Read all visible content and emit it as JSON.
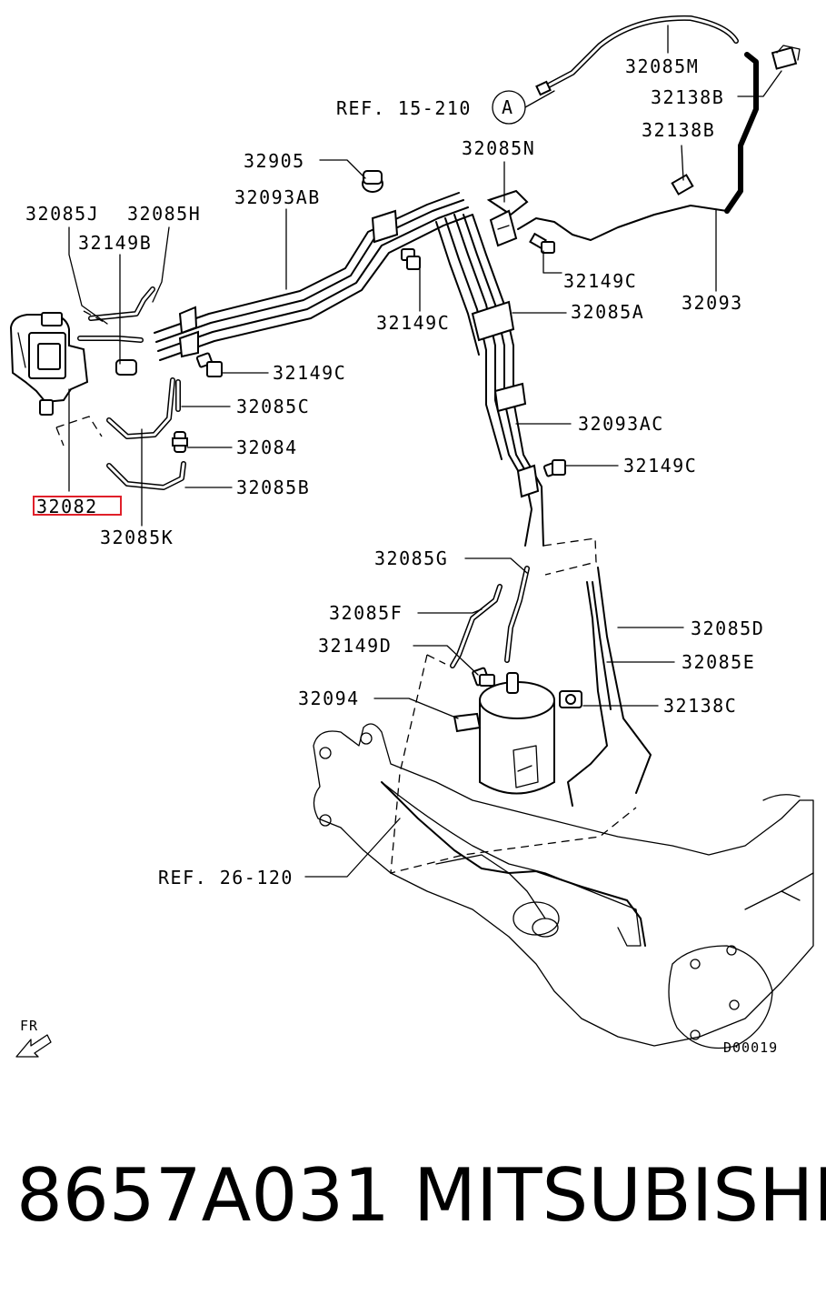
{
  "diagram": {
    "labels": {
      "p32085M": "32085M",
      "ref15": "REF. 15-210",
      "markerA": "A",
      "p32138B_1": "32138B",
      "p32138B_2": "32138B",
      "p32085N": "32085N",
      "p32905": "32905",
      "p32093AB": "32093AB",
      "p32085J": "32085J",
      "p32085H": "32085H",
      "p32149B": "32149B",
      "p32149C_1": "32149C",
      "p32093": "32093",
      "p32149C_2": "32149C",
      "p32085A": "32085A",
      "p32149C_3": "32149C",
      "p32085C": "32085C",
      "p32093AC": "32093AC",
      "p32084": "32084",
      "p32149C_4": "32149C",
      "p32085B": "32085B",
      "p32082": "32082",
      "p32085K": "32085K",
      "p32085G": "32085G",
      "p32085F": "32085F",
      "p32085D": "32085D",
      "p32149D": "32149D",
      "p32085E": "32085E",
      "p32094": "32094",
      "p32138C": "32138C",
      "ref26": "REF. 26-120",
      "fr": "FR",
      "diagram_id": "D00019"
    },
    "highlight_color": "#e0202a"
  },
  "footer": {
    "part_number": "8657A031",
    "brand": "MITSUBISHI"
  }
}
